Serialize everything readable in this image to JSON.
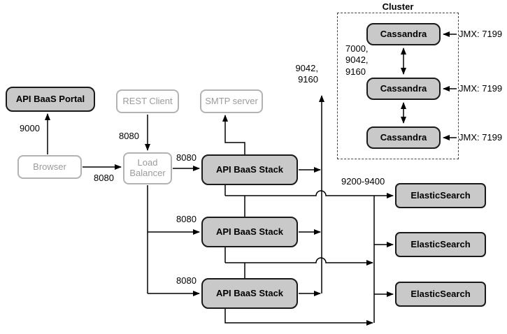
{
  "diagram": {
    "cluster": {
      "title": "Cluster",
      "internal_ports": "7000,\n9042,\n9160",
      "nodes": [
        {
          "label": "Cassandra",
          "jmx": "JMX: 7199"
        },
        {
          "label": "Cassandra",
          "jmx": "JMX: 7199"
        },
        {
          "label": "Cassandra",
          "jmx": "JMX: 7199"
        }
      ]
    },
    "nodes": {
      "portal": "API BaaS Portal",
      "browser": "Browser",
      "rest_client": "REST Client",
      "smtp": "SMTP server",
      "load_balancer": "Load Balancer",
      "stack1": "API BaaS Stack",
      "stack2": "API BaaS Stack",
      "stack3": "API BaaS Stack",
      "es1": "ElasticSearch",
      "es2": "ElasticSearch",
      "es3": "ElasticSearch"
    },
    "ports": {
      "portal": "9000",
      "browser_to_lb": "8080",
      "rest_to_lb": "8080",
      "lb_to_stack1": "8080",
      "lb_to_stack2": "8080",
      "lb_to_stack3": "8080",
      "cassandra": "9042,\n9160",
      "elasticsearch": "9200-9400"
    },
    "colors": {
      "node_fill": "#c9c9c9",
      "node_border": "#1a1a1a",
      "light_border": "#b3b3b3",
      "light_text": "#9b9b9b",
      "line": "#000000"
    }
  }
}
